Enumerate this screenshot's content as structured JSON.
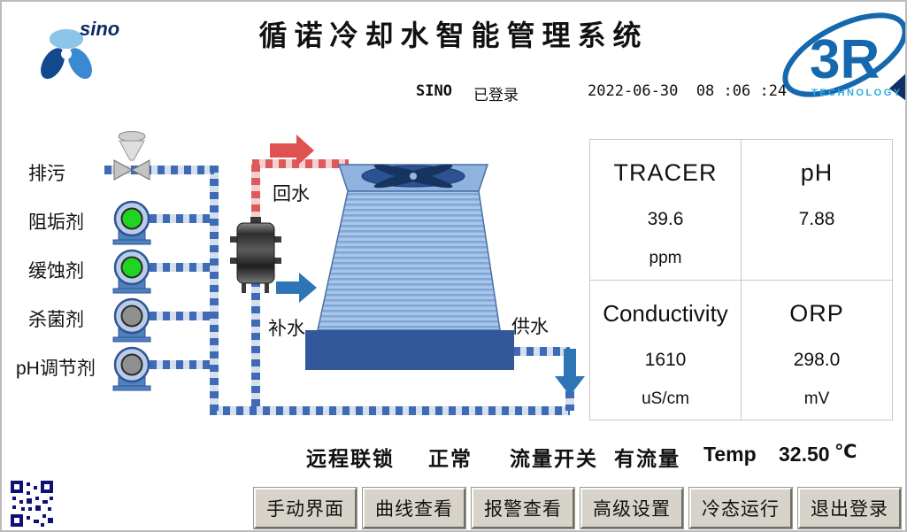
{
  "header": {
    "title": "循诺冷却水智能管理系统",
    "user": "SINO",
    "login_status": "已登录",
    "datetime": "2022-06-30  08 :06 :24"
  },
  "logos": {
    "sino_text": "sino",
    "r3_main": "3R",
    "r3_sub": "TECHNOLOGY"
  },
  "icons": {
    "fan": "fan-icon",
    "valve": "valve-icon",
    "pump": "pump-icon",
    "qr": "qr-code-icon",
    "arrow_right": "flow-arrow-right",
    "arrow_down": "flow-arrow-down"
  },
  "colors": {
    "pipe_blue": "#3f6ab5",
    "pipe_red": "#dc5a5a",
    "tower_blue": "#a9c6e8",
    "basin_blue": "#33579b",
    "pump_on": "#21d421",
    "pump_off": "#8f8f8f",
    "logo_blue": "#1668ae",
    "logo_light_blue": "#2aa9e0"
  },
  "diagram": {
    "blowdown_label": "排污",
    "chemicals": [
      {
        "label": "阻垢剂",
        "pump_color": "#21d421"
      },
      {
        "label": "缓蚀剂",
        "pump_color": "#21d421"
      },
      {
        "label": "杀菌剂",
        "pump_color": "#8f8f8f"
      },
      {
        "label": "pH调节剂",
        "pump_color": "#8f8f8f"
      }
    ],
    "return_water_label": "回水",
    "makeup_water_label": "补水",
    "supply_water_label": "供水"
  },
  "metrics": [
    {
      "name": "TRACER",
      "value": "39.6",
      "unit": "ppm"
    },
    {
      "name": "pH",
      "value": "7.88",
      "unit": ""
    },
    {
      "name": "Conductivity",
      "value": "1610",
      "unit": "uS/cm"
    },
    {
      "name": "ORP",
      "value": "298.0",
      "unit": "mV"
    }
  ],
  "status": {
    "interlock_label": "远程联锁",
    "interlock_value": "正常",
    "flow_label": "流量开关",
    "flow_value": "有流量",
    "temp_label": "Temp",
    "temp_value": "32.50",
    "temp_unit": "℃"
  },
  "buttons": [
    {
      "label": "手动界面"
    },
    {
      "label": "曲线查看"
    },
    {
      "label": "报警查看"
    },
    {
      "label": "高级设置"
    },
    {
      "label": "冷态运行"
    },
    {
      "label": "退出登录"
    }
  ]
}
